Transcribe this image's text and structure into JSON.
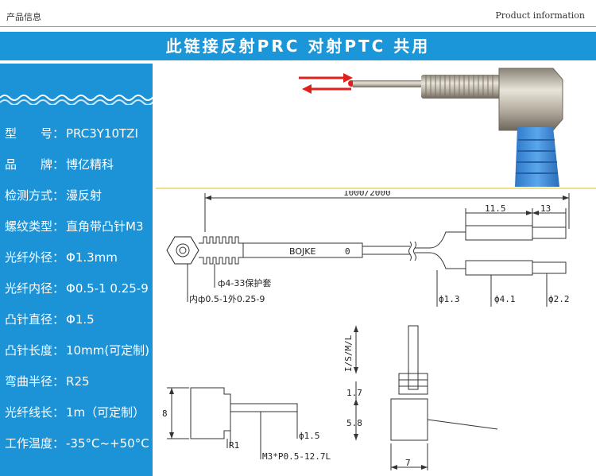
{
  "header": {
    "left_text": "产品信息",
    "right_text": "Product information"
  },
  "banner": {
    "title": "此链接反射PRC 对射PTC 共用"
  },
  "specs": [
    {
      "label": "型　　号：",
      "value": "PRC3Y10TZI"
    },
    {
      "label": "品　　牌：",
      "value": "博亿精科"
    },
    {
      "label": "检测方式：",
      "value": "漫反射"
    },
    {
      "label": "螺纹类型：",
      "value": "直角带凸针M3"
    },
    {
      "label": "光纤外径：",
      "value": "Φ1.3mm"
    },
    {
      "label": "光纤内径：",
      "value": "Φ0.5-1 0.25-9"
    },
    {
      "label": "凸针直径：",
      "value": "Φ1.5"
    },
    {
      "label": "凸针长度：",
      "value": "10mm(可定制)"
    },
    {
      "label": "弯曲半径：",
      "value": "R25"
    },
    {
      "label": "光纤线长：",
      "value": "1m（可定制）"
    },
    {
      "label": "工作温度：",
      "value": "-35°C~+50°C"
    }
  ],
  "drawing": {
    "length": "1000/2000",
    "brand": "BOJKE",
    "sleeve": "ф4-33保护套",
    "inner": "内ф0.5-1外0.25-9",
    "plug_len_1": "11.5",
    "plug_len_2": "13",
    "dia_fiber": "ф1.3",
    "dia_plug": "ф4.1",
    "dia_tip": "ф2.2",
    "height_8": "8",
    "r1": "R1",
    "pin_dia": "ф1.5",
    "thread": "M3*P0.5-12.7L",
    "lsml": "I/S/M/L",
    "h_17": "1.7",
    "h_58": "5.8",
    "w_7": "7",
    "mark_0": "0"
  }
}
